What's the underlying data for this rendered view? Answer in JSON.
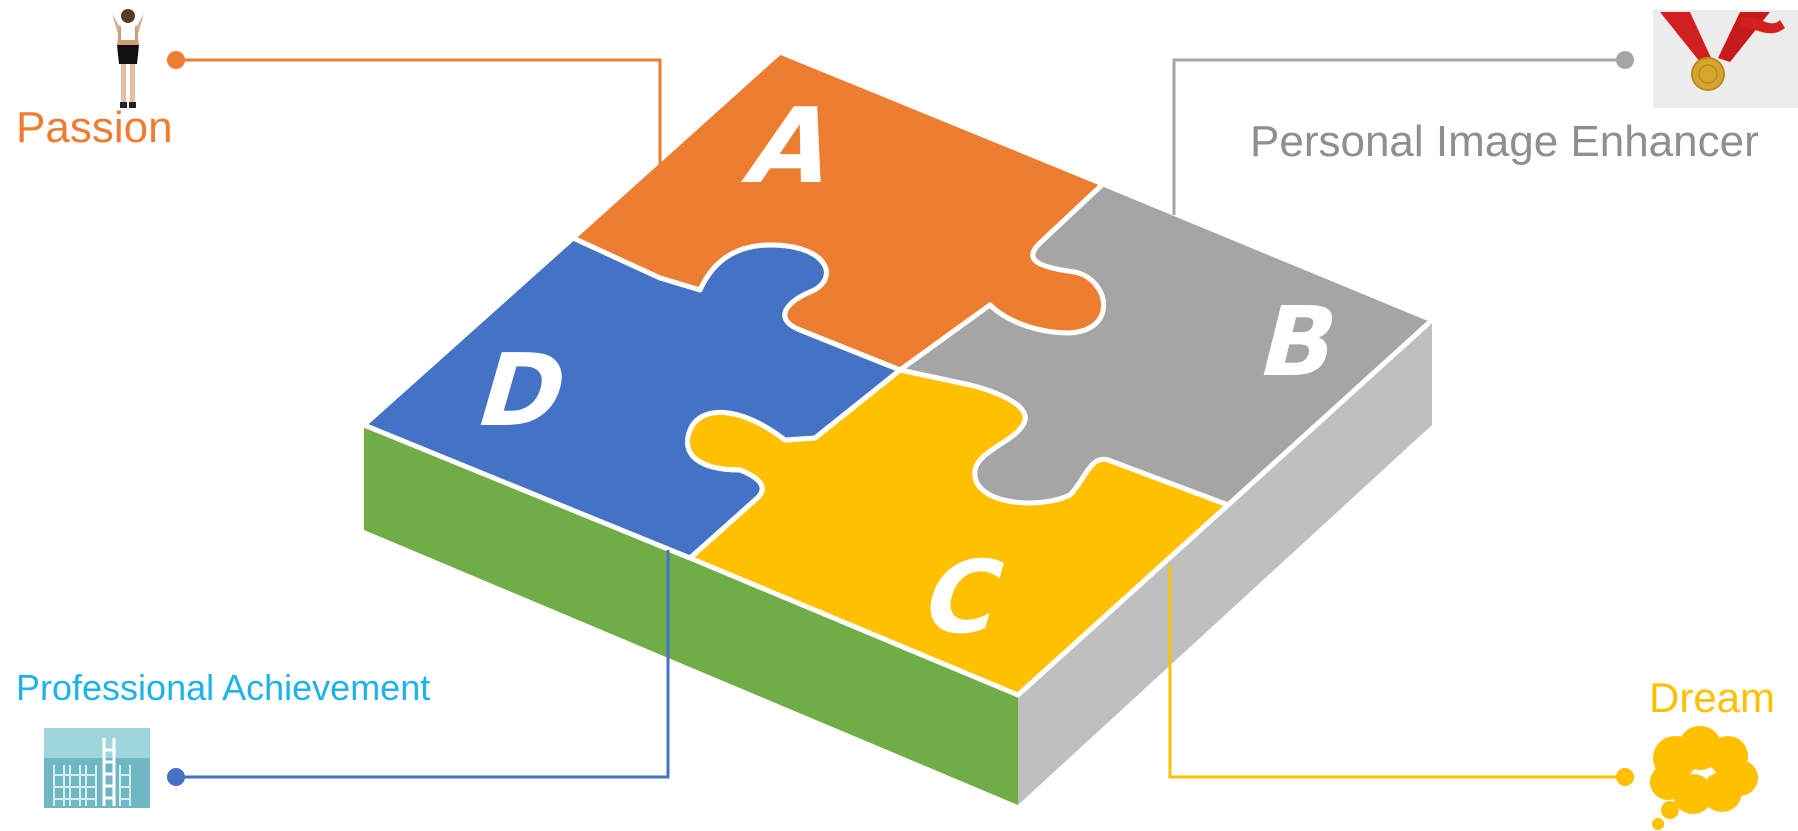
{
  "diagram": {
    "pieces": [
      {
        "letter": "A",
        "color": "#ED7D31"
      },
      {
        "letter": "B",
        "color": "#A5A5A5"
      },
      {
        "letter": "C",
        "color": "#FFC000"
      },
      {
        "letter": "D",
        "color": "#4472C4"
      }
    ],
    "base_colors": {
      "front": "#70AD47",
      "side": "#BFBFBF"
    }
  },
  "callouts": {
    "a": {
      "label": "Passion",
      "color": "#ED7D31",
      "icon": "woman-cheering-image"
    },
    "b": {
      "label": "Personal Image Enhancer",
      "color": "#A5A5A5",
      "icon": "gold-medal-image"
    },
    "c": {
      "label": "Dream",
      "color": "#FFC000",
      "icon": "thought-cloud-icon"
    },
    "d": {
      "label": "Professional Achievement",
      "color": "#4472C4",
      "icon": "ladder-image"
    }
  }
}
